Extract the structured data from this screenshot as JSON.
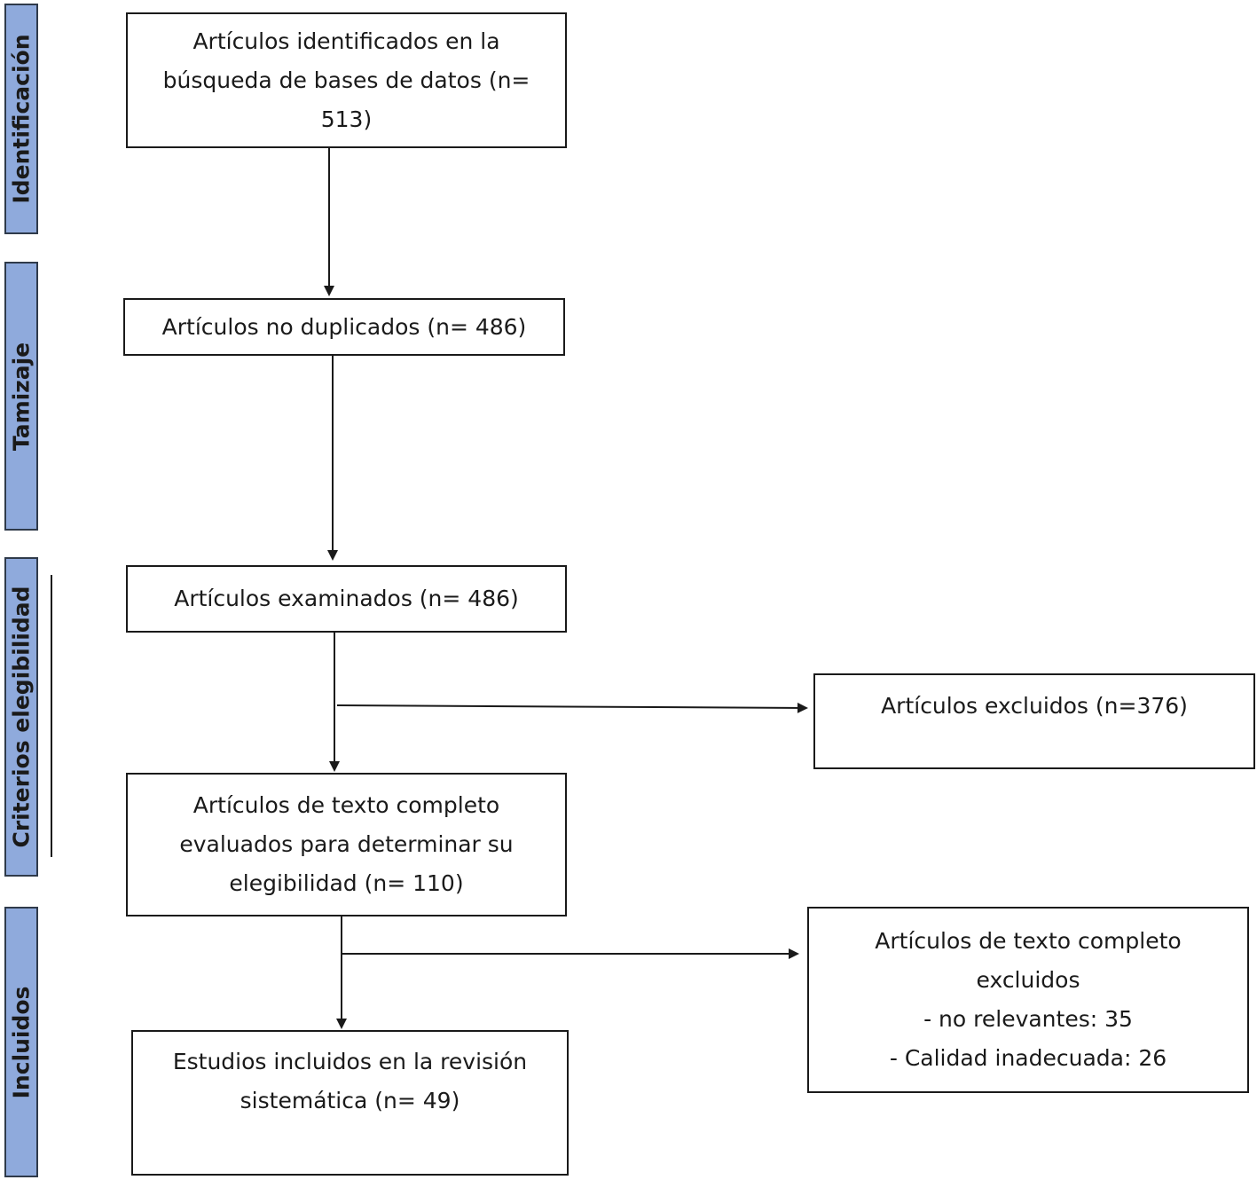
{
  "stages": {
    "identificacion": "Identificación",
    "tamizaje": "Tamizaje",
    "criterios": "Criterios elegibilidad",
    "incluidos": "Incluidos"
  },
  "boxes": {
    "identified": {
      "line1": "Artículos identificados en la",
      "line2": "búsqueda de bases de datos (n=",
      "line3": "513)"
    },
    "non_duplicates": {
      "line1": "Artículos no duplicados (n= 486)"
    },
    "examined": {
      "line1": "Artículos examinados (n= 486)"
    },
    "excluded": {
      "line1": "Artículos excluidos (n=376)"
    },
    "full_text": {
      "line1": "Artículos de texto completo",
      "line2": "evaluados para determinar su",
      "line3": "elegibilidad (n= 110)"
    },
    "full_text_excluded": {
      "line1": "Artículos de texto completo",
      "line2": "excluidos",
      "line3": "- no relevantes: 35",
      "line4": "- Calidad inadecuada: 26"
    },
    "included": {
      "line1": "Estudios incluidos en la revisión",
      "line2": "sistemática (n= 49)"
    }
  }
}
